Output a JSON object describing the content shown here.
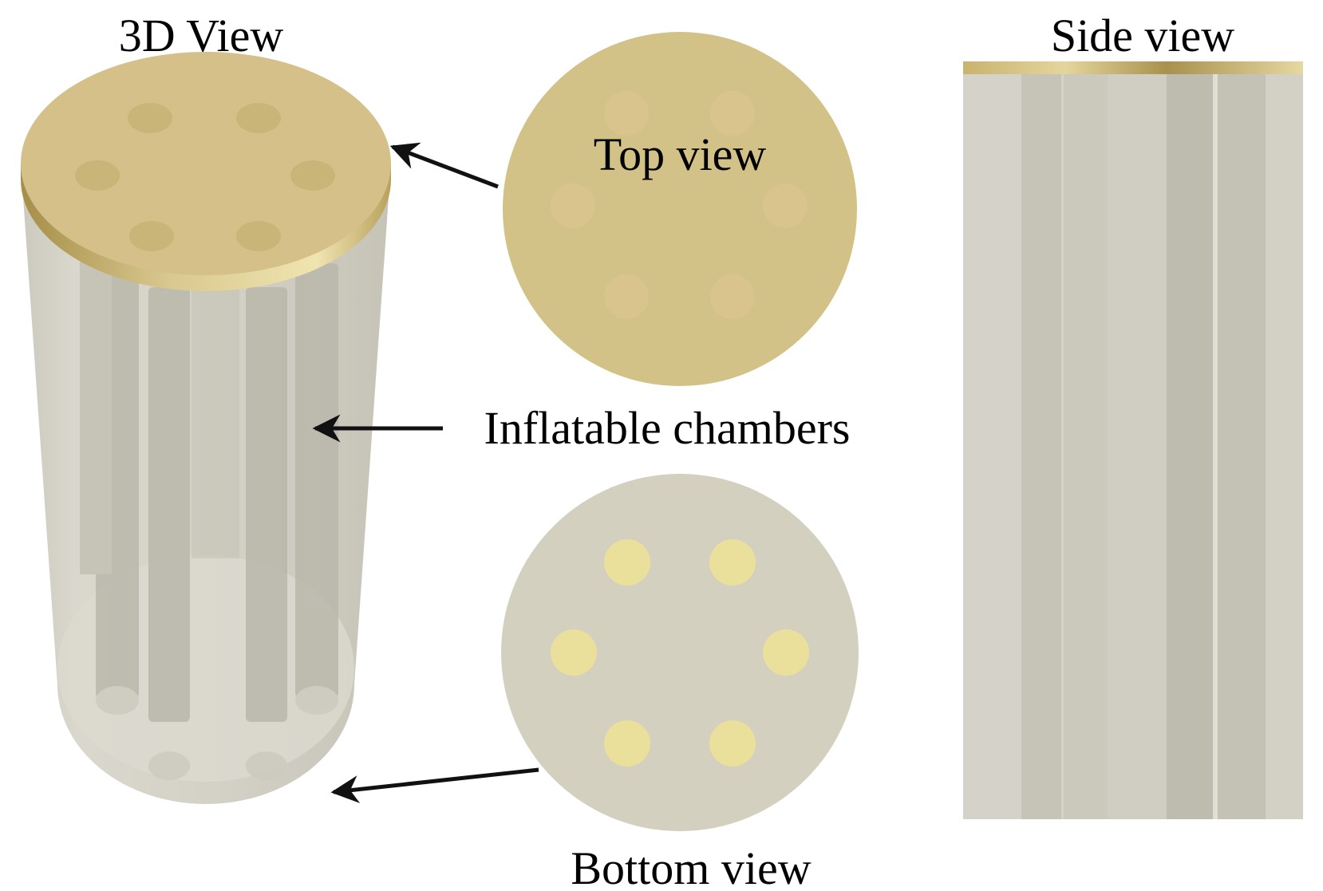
{
  "labels": {
    "view_3d": "3D View",
    "top_view": "Top view",
    "inflatable_chambers": "Inflatable chambers",
    "bottom_view": "Bottom view",
    "side_view": "Side view"
  },
  "colors": {
    "cap": "#d3c086",
    "cap_hole": "#c9b577",
    "cap_edge": "#b09a55",
    "body": "#cfccc0",
    "chamber": "#b9b6aa",
    "bottom_disk": "#d2cfbe",
    "bottom_hole": "#ebe09b",
    "arrow": "#111111"
  }
}
